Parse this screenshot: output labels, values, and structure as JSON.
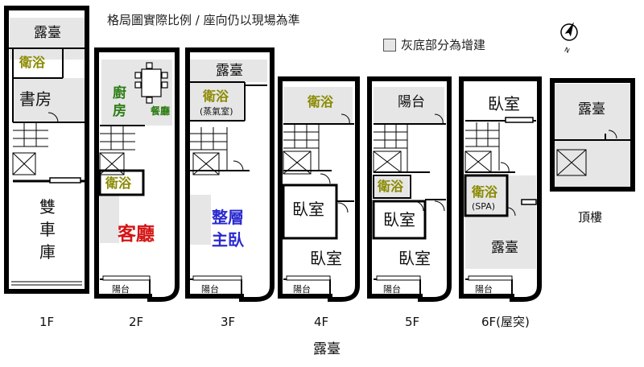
{
  "title": "格局圖實際比例 / 座向仍以現場為準",
  "legend": "灰底部分為增建",
  "colors": {
    "gray_area": "#e6e6e6",
    "wall": "#000000",
    "red_label": "#d41414",
    "blue_label": "#2a2ad0",
    "green_label": "#2e7d16",
    "olive_label": "#8a8a00"
  },
  "compass_icon": "north-arrow-icon",
  "floor_1": {
    "terrace": "露臺",
    "bath": "衛浴",
    "study": "書房",
    "garage": [
      "雙",
      "車",
      "庫"
    ],
    "label": "1F"
  },
  "floor_2": {
    "kitchen": [
      "廚",
      "房"
    ],
    "dining": "餐廳",
    "bath": "衛浴",
    "living": "客廳",
    "balcony": "陽台",
    "label": "2F"
  },
  "floor_3": {
    "terrace": "露臺",
    "bath": "衛浴",
    "steam": "(蒸氣室)",
    "master": [
      "整層",
      "主臥"
    ],
    "balcony": "陽台",
    "label": "3F"
  },
  "floor_4": {
    "bath": "衛浴",
    "bedroom_a": "臥室",
    "bedroom_b": "臥室",
    "balcony": "陽台",
    "label": "4F"
  },
  "floor_5": {
    "balcony_top": "陽台",
    "bath": "衛浴",
    "bedroom_a": "臥室",
    "bedroom_b": "臥室",
    "balcony": "陽台",
    "label": "5F"
  },
  "floor_6": {
    "bedroom": "臥室",
    "bath": "衛浴",
    "spa": "(SPA)",
    "terrace": "露臺",
    "balcony": "陽台",
    "label": "6F(屋突)"
  },
  "roof": {
    "terrace": "露臺",
    "label": "頂樓"
  },
  "bottom_terrace": "露臺"
}
